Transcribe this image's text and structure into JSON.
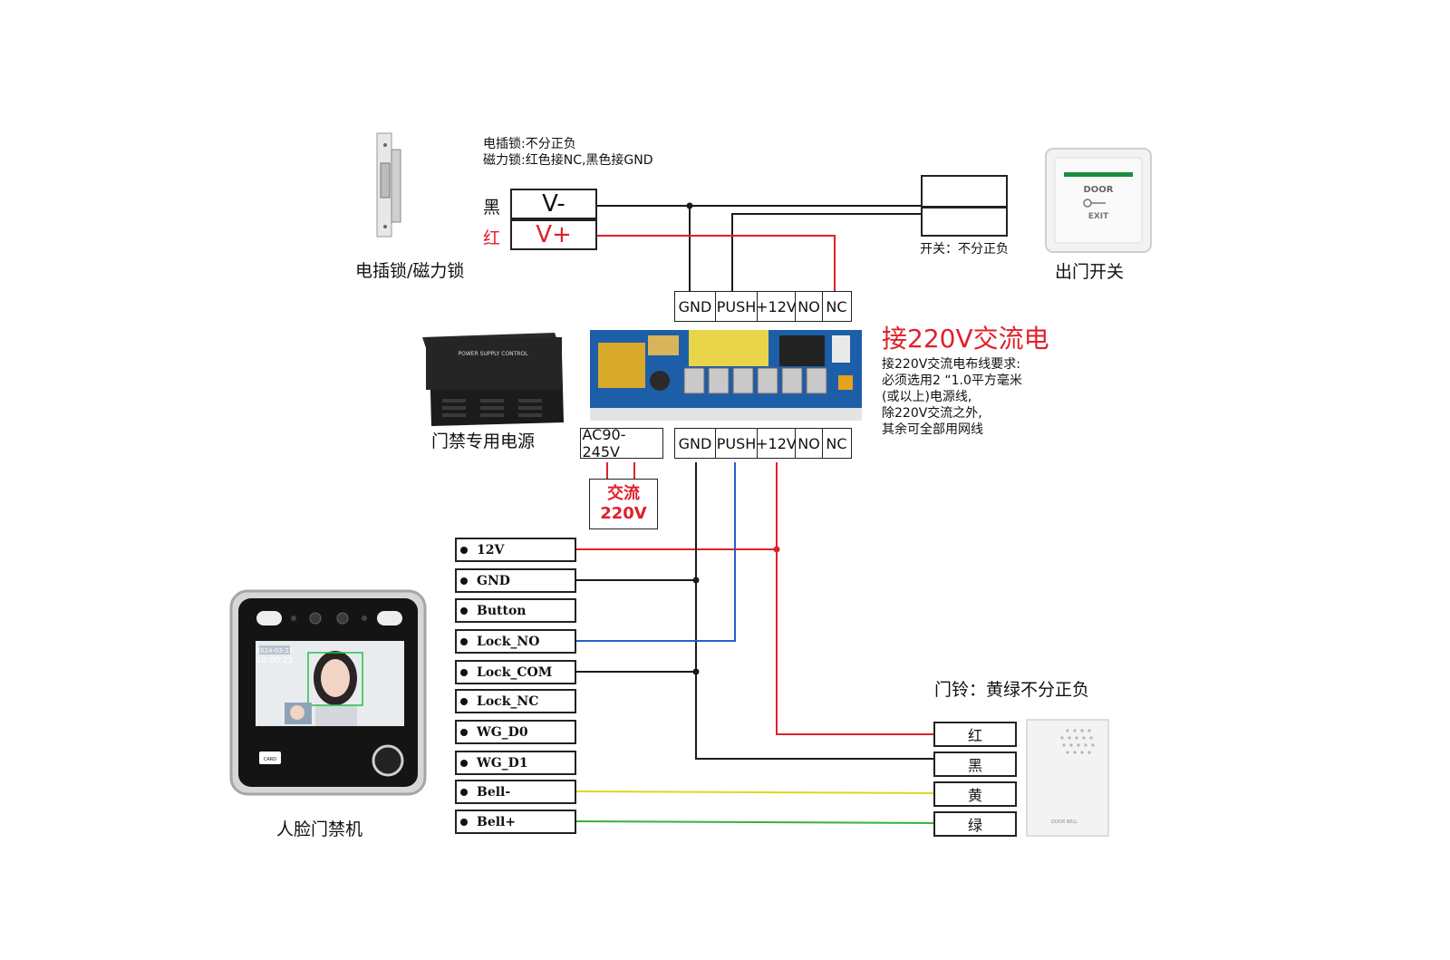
{
  "lock": {
    "note_line1": "电插锁:不分正负",
    "note_line2": "磁力锁:红色接NC,黑色接GND",
    "black_label": "黑",
    "red_label": "红",
    "v_minus": "V-",
    "v_plus": "V+",
    "caption": "电插锁/磁力锁"
  },
  "exit_switch": {
    "note": "开关：不分正负",
    "caption": "出门开关",
    "button_text_1": "DOOR",
    "button_text_2": "EXIT"
  },
  "psu": {
    "top_terminals": [
      "GND",
      "PUSH",
      "+12V",
      "NO",
      "NC"
    ],
    "bottom_terminals": [
      "GND",
      "PUSH",
      "+12V",
      "NO",
      "NC"
    ],
    "ac_label": "AC90-245V",
    "ac_input_line1": "交流",
    "ac_input_line2": "220V",
    "caption": "门禁专用电源",
    "box_text": "POWER SUPPLY CONTROL"
  },
  "ac_notice": {
    "title": "接220V交流电",
    "lines": [
      "接220V交流电布线要求:",
      "必须选用2 “1.0平方毫米",
      "(或以上)电源线,",
      "除220V交流之外,",
      "其余可全部用网线"
    ]
  },
  "terminal": {
    "caption": "人脸门禁机",
    "pins": [
      "12V",
      "GND",
      "Button",
      "Lock_NO",
      "Lock_COM",
      "Lock_NC",
      "WG_D0",
      "WG_D1",
      "Bell-",
      "Bell+"
    ],
    "screen_date": "2024-03-21",
    "screen_time": "10:00:23",
    "card_label": "CARD"
  },
  "doorbell": {
    "note": "门铃：黄绿不分正负",
    "terminals": [
      "红",
      "黑",
      "黄",
      "绿"
    ],
    "brand": "DOOR BELL"
  },
  "colors": {
    "red": "#e0202a",
    "blue": "#2a5fc8",
    "yellow": "#e6d21e",
    "green": "#34b23a",
    "black": "#1a1a1a"
  }
}
